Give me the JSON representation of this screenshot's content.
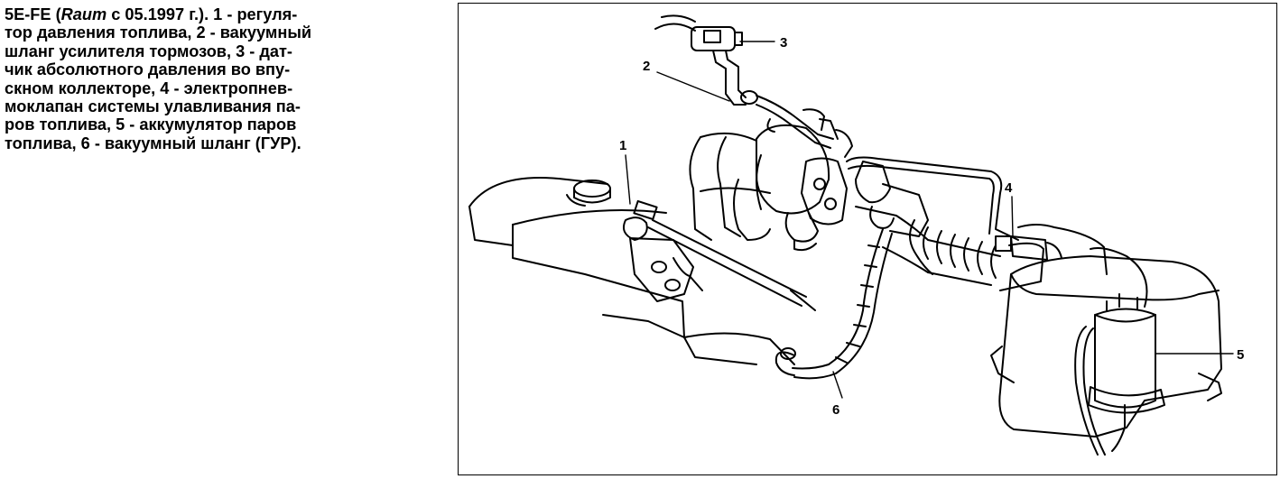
{
  "caption": {
    "line1_a": "5E-FE (",
    "line1_em": "Raum",
    "line1_b": " с 05.1997 г.). 1 - регуля-",
    "line2": "тор давления топлива, 2 - вакуумный",
    "line3": "шланг усилителя тормозов, 3 - дат-",
    "line4": "чик абсолютного давления во впу-",
    "line5": "скном коллекторе, 4 - электропнев-",
    "line6": "моклапан системы улавливания па-",
    "line7": "ров топлива, 5 - аккумулятор паров",
    "line8": "топлива, 6 - вакуумный шланг (ГУР)."
  },
  "figure": {
    "callouts": [
      "1",
      "2",
      "3",
      "4",
      "5",
      "6"
    ]
  }
}
